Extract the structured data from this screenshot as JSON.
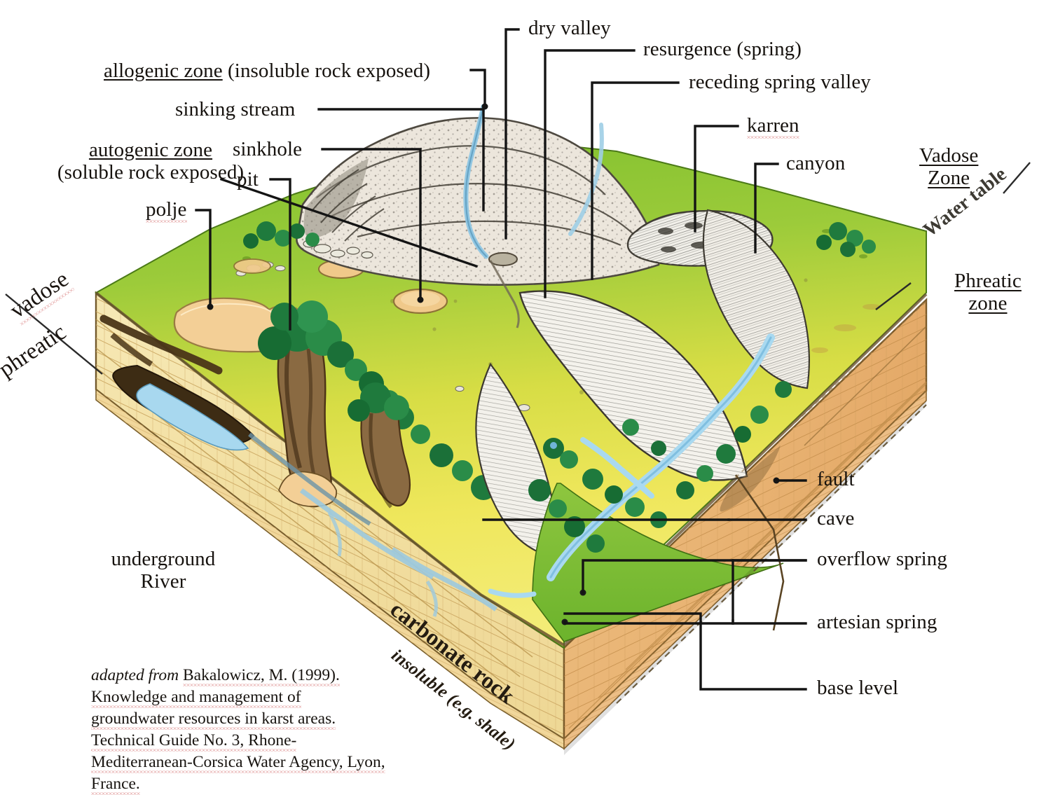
{
  "figure": {
    "title": "Karst hydrogeology block diagram",
    "background_color": "#ffffff"
  },
  "colors": {
    "limestone_front": "#f2dfa4",
    "limestone_right": "#e9b372",
    "grass_green": "#8cc63f",
    "plateau_yellow": "#efe55a",
    "water_blue": "#a8d8ef",
    "tree_green": "#1f7a3d",
    "rock_grey": "#e9e6df",
    "line_black": "#1a1a1a",
    "sediment_tan": "#f0c98a"
  },
  "labels": {
    "allogenic_zone": {
      "underlined": "allogenic zone",
      "rest": " (insoluble rock exposed)"
    },
    "sinking_stream": "sinking stream",
    "autogenic_zone": {
      "underlined": "autogenic zone",
      "rest": "(soluble rock exposed)"
    },
    "sinkhole": "sinkhole",
    "pit": "pit",
    "polje": "polje",
    "dry_valley": "dry valley",
    "resurgence_spring": "resurgence (spring)",
    "receding_spring_valley": "receding spring valley",
    "karren": "karren",
    "canyon": "canyon",
    "vadose_zone": "Vadose\nZone",
    "phreatic_zone": "Phreatic\nzone",
    "water_table": "Water table",
    "vadose": "vadose",
    "phreatic": "phreatic",
    "underground_river": "underground\nRiver",
    "carbonate_rock": "carbonate rock",
    "insoluble_shale": "insoluble (e.g. shale)",
    "fault": "fault",
    "cave": "cave",
    "overflow_spring": "overflow spring",
    "artesian_spring": "artesian spring",
    "base_level": "base level"
  },
  "citation": {
    "prefix_italic": "adapted from ",
    "body": "Bakalowicz, M. (1999). Knowledge and management of groundwater resources in karst areas. Technical Guide No. 3, Rhone-Mediterranean-Corsica Water Agency, Lyon, France."
  },
  "diagram_features": [
    {
      "name": "allogenic-zone",
      "description": "insoluble rock hill, stippled grey-beige, upper centre"
    },
    {
      "name": "autogenic-zone",
      "description": "soluble carbonate plateau, green-to-yellow surface"
    },
    {
      "name": "sinking-stream",
      "description": "blue stream descending the insoluble hill"
    },
    {
      "name": "sinkhole",
      "description": "tan closed depression on plateau"
    },
    {
      "name": "pit",
      "description": "vertical shaft through limestone with tree"
    },
    {
      "name": "polje",
      "description": "large flat-floored tan depression left of plateau"
    },
    {
      "name": "dry-valley",
      "description": "valley with no surface flow on hill flank"
    },
    {
      "name": "resurgence-spring",
      "description": "spring where water returns to surface"
    },
    {
      "name": "receding-spring-valley",
      "description": "valley upstream of the spring"
    },
    {
      "name": "karren",
      "description": "grey fluted bare limestone pavement"
    },
    {
      "name": "canyon",
      "description": "deep limestone gorge with river"
    },
    {
      "name": "water-table",
      "description": "dashed sloping surface across the block"
    },
    {
      "name": "underground-river",
      "description": "blue conduit inside limestone on left face"
    },
    {
      "name": "cave",
      "description": "void in limestone on right face"
    },
    {
      "name": "fault",
      "description": "near-vertical discontinuity in the right face"
    },
    {
      "name": "overflow-spring",
      "description": "spring on valley floor"
    },
    {
      "name": "artesian-spring",
      "description": "pressurised spring at the base"
    },
    {
      "name": "base-level",
      "description": "lowest elevation of the drainage, valley floor"
    },
    {
      "name": "carbonate-rock",
      "description": "brick-patterned soluble unit"
    },
    {
      "name": "insoluble-basement",
      "description": "shale base beneath carbonate"
    }
  ]
}
